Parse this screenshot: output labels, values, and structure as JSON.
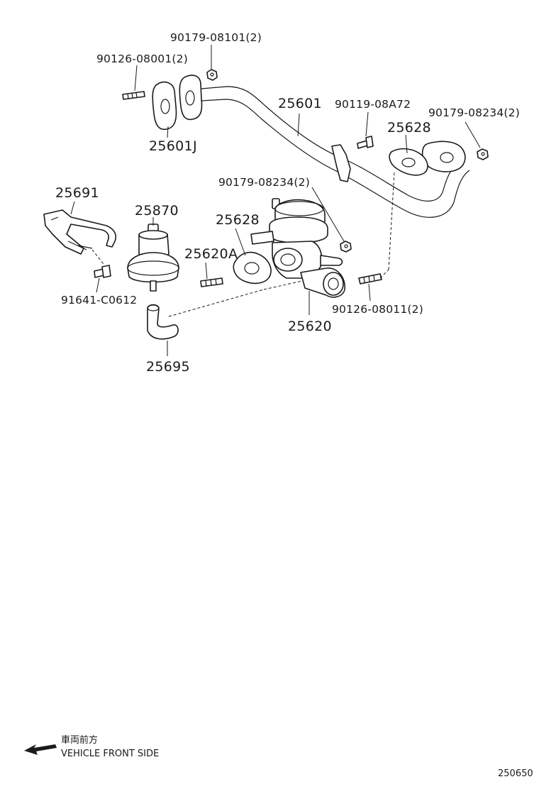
{
  "labels": {
    "nut_90179_08101": "90179-08101(2)",
    "stud_90126_08001": "90126-08001(2)",
    "pipe_25601": "25601",
    "bolt_90119_08A72": "90119-08A72",
    "nut_90179_08234_right": "90179-08234(2)",
    "gasket_25628_top": "25628",
    "gasket_25601J": "25601J",
    "bracket_25691": "25691",
    "modulator_25870": "25870",
    "nut_90179_08234_center": "90179-08234(2)",
    "gasket_25628_mid": "25628",
    "stud_25620A": "25620A",
    "bolt_91641_C0612": "91641-C0612",
    "stud_90126_08011": "90126-08011(2)",
    "valve_25620": "25620",
    "hose_25695": "25695"
  },
  "legend": {
    "japanese": "車両前方",
    "english": "VEHICLE FRONT SIDE"
  },
  "diagram_code": "250650"
}
